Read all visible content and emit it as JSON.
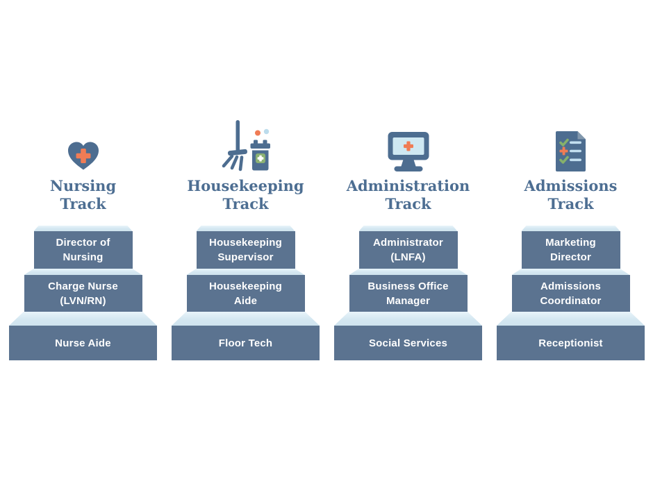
{
  "page": {
    "background": "#ffffff",
    "description": "Career ladder diagram with four job tracks, each shown as a three-step podium"
  },
  "colors": {
    "icon_slate": "#4d6d90",
    "step_face": "#5b7390",
    "step_top_light": "#d4e7f1",
    "title_text": "#4d6e92",
    "step_label_text": "#ffffff",
    "accent_orange": "#f07c55",
    "accent_green": "#8bb174",
    "accent_light_blue": "#c3dff0"
  },
  "tracks": [
    {
      "icon": "heart-medical-icon",
      "title_line1": "Nursing",
      "title_line2": "Track",
      "steps": [
        {
          "level": 1,
          "label": "Director of\nNursing"
        },
        {
          "level": 2,
          "label": "Charge Nurse\n(LVN/RN)"
        },
        {
          "level": 3,
          "label": "Nurse Aide"
        }
      ]
    },
    {
      "icon": "broom-trash-icon",
      "title_line1": "Housekeeping",
      "title_line2": "Track",
      "steps": [
        {
          "level": 1,
          "label": "Housekeeping\nSupervisor"
        },
        {
          "level": 2,
          "label": "Housekeeping\nAide"
        },
        {
          "level": 3,
          "label": "Floor Tech"
        }
      ]
    },
    {
      "icon": "monitor-medical-icon",
      "title_line1": "Administration",
      "title_line2": "Track",
      "steps": [
        {
          "level": 1,
          "label": "Administrator\n(LNFA)"
        },
        {
          "level": 2,
          "label": "Business Office\nManager"
        },
        {
          "level": 3,
          "label": "Social Services"
        }
      ]
    },
    {
      "icon": "checklist-document-icon",
      "title_line1": "Admissions",
      "title_line2": "Track",
      "steps": [
        {
          "level": 1,
          "label": "Marketing\nDirector"
        },
        {
          "level": 2,
          "label": "Admissions\nCoordinator"
        },
        {
          "level": 3,
          "label": "Receptionist"
        }
      ]
    }
  ]
}
